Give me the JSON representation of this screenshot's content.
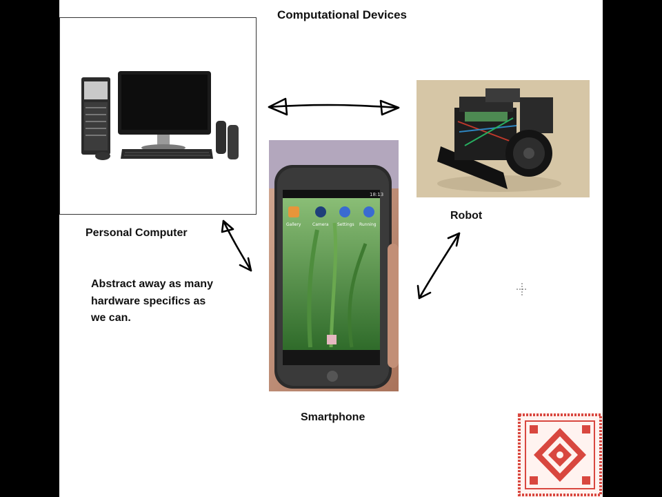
{
  "slide": {
    "title": "Computational Devices",
    "labels": {
      "personal_computer": "Personal Computer",
      "robot": "Robot",
      "smartphone": "Smartphone"
    },
    "note_lines": [
      "Abstract away as many",
      "hardware specifics as",
      "we can."
    ],
    "phone_screen": {
      "status_time": "18:13",
      "apps": [
        "Gallery",
        "Camera",
        "Settings",
        "Running"
      ]
    }
  },
  "colors": {
    "background": "#000000",
    "slide": "#ffffff",
    "ink": "#111111",
    "emblem": "#d8473f"
  }
}
